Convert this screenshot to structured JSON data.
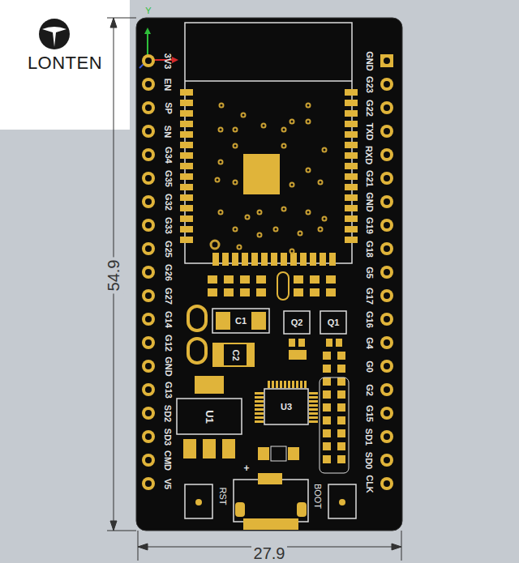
{
  "diagram": {
    "labels": [
      "LONTEN",
      "Y",
      "3V3",
      "EN",
      "SP",
      "SN",
      "G34",
      "G35",
      "G32",
      "G33",
      "G25",
      "G26",
      "G27",
      "G14",
      "G12",
      "GND",
      "G13",
      "SD2",
      "SD3",
      "CMD",
      "V5",
      "GND",
      "G23",
      "G22",
      "TXD",
      "RXD",
      "G21",
      "GND",
      "G19",
      "G18",
      "G5",
      "G17",
      "G16",
      "G4",
      "G0",
      "G2",
      "G15",
      "SD1",
      "SD0",
      "CLK",
      "C1",
      "C2",
      "Q2",
      "Q1",
      "U1",
      "U3",
      "RST",
      "+",
      "BOOT",
      "54.9",
      "27.9"
    ]
  }
}
